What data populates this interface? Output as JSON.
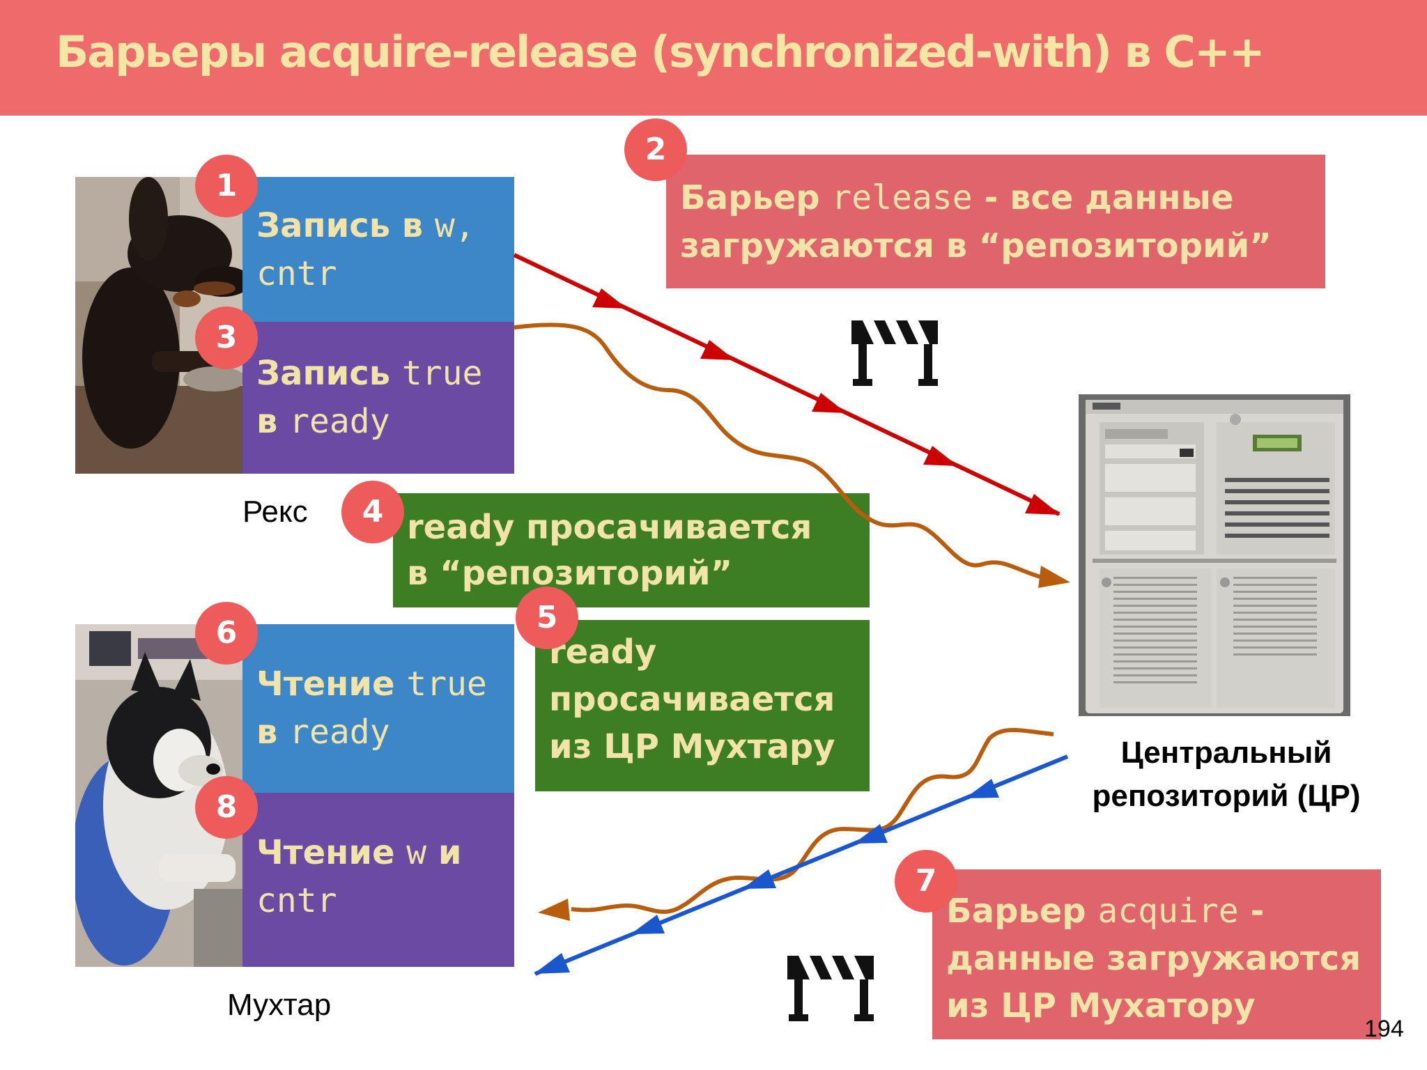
{
  "title": "Барьеры acquire-release (synchronized-with) в C++",
  "rex": {
    "name": "Рекс",
    "step1": {
      "badge": "1",
      "line1_a": "Запись в ",
      "line1_code": "w,",
      "line2_code": "cntr"
    },
    "step3": {
      "badge": "3",
      "line1_a": "Запись ",
      "line1_code": "true",
      "line2_a": "в ",
      "line2_code": "ready"
    }
  },
  "mukhtar": {
    "name": "Мухтар",
    "step6": {
      "badge": "6",
      "line1_a": "Чтение ",
      "line1_code": "true",
      "line2_a": "в ",
      "line2_code": "ready"
    },
    "step8": {
      "badge": "8",
      "line1_a": "Чтение ",
      "line1_code": "w",
      "line1_b": " и",
      "line2_code": "cntr"
    }
  },
  "step2": {
    "badge": "2",
    "line1_a": "Барьер ",
    "line1_code": "release",
    "line1_b": " - все данные",
    "line2": "загружаются в “репозиторий”"
  },
  "step4": {
    "badge": "4",
    "line1": "ready просачивается",
    "line2": "в “репозиторий”"
  },
  "step5": {
    "badge": "5",
    "line1": "ready",
    "line2": "просачивается",
    "line3": "из ЦР Мухтару"
  },
  "step7": {
    "badge": "7",
    "line1_a": "Барьер ",
    "line1_code": "acquire",
    "line1_b": " -",
    "line2": "данные загружаются",
    "line3": "из ЦР Мухатору"
  },
  "repository": {
    "line1": "Центральный",
    "line2": "репозиторий (ЦР)"
  },
  "slide_number": "194",
  "icons": [
    "barrier-icon",
    "server-photo",
    "dachshund-photo",
    "husky-photo"
  ],
  "colors": {
    "header": "#ef6b6b",
    "title_text": "#f6e6a6",
    "blue_box": "#3d86c8",
    "purple_box": "#6a4aa3",
    "green_box": "#3d7d24",
    "pink_box": "#e0646b",
    "badge": "#ee5b5b",
    "release_arrow": "#cc0000",
    "wave_arrow": "#b85c0e",
    "acquire_arrow": "#1a56cc"
  }
}
